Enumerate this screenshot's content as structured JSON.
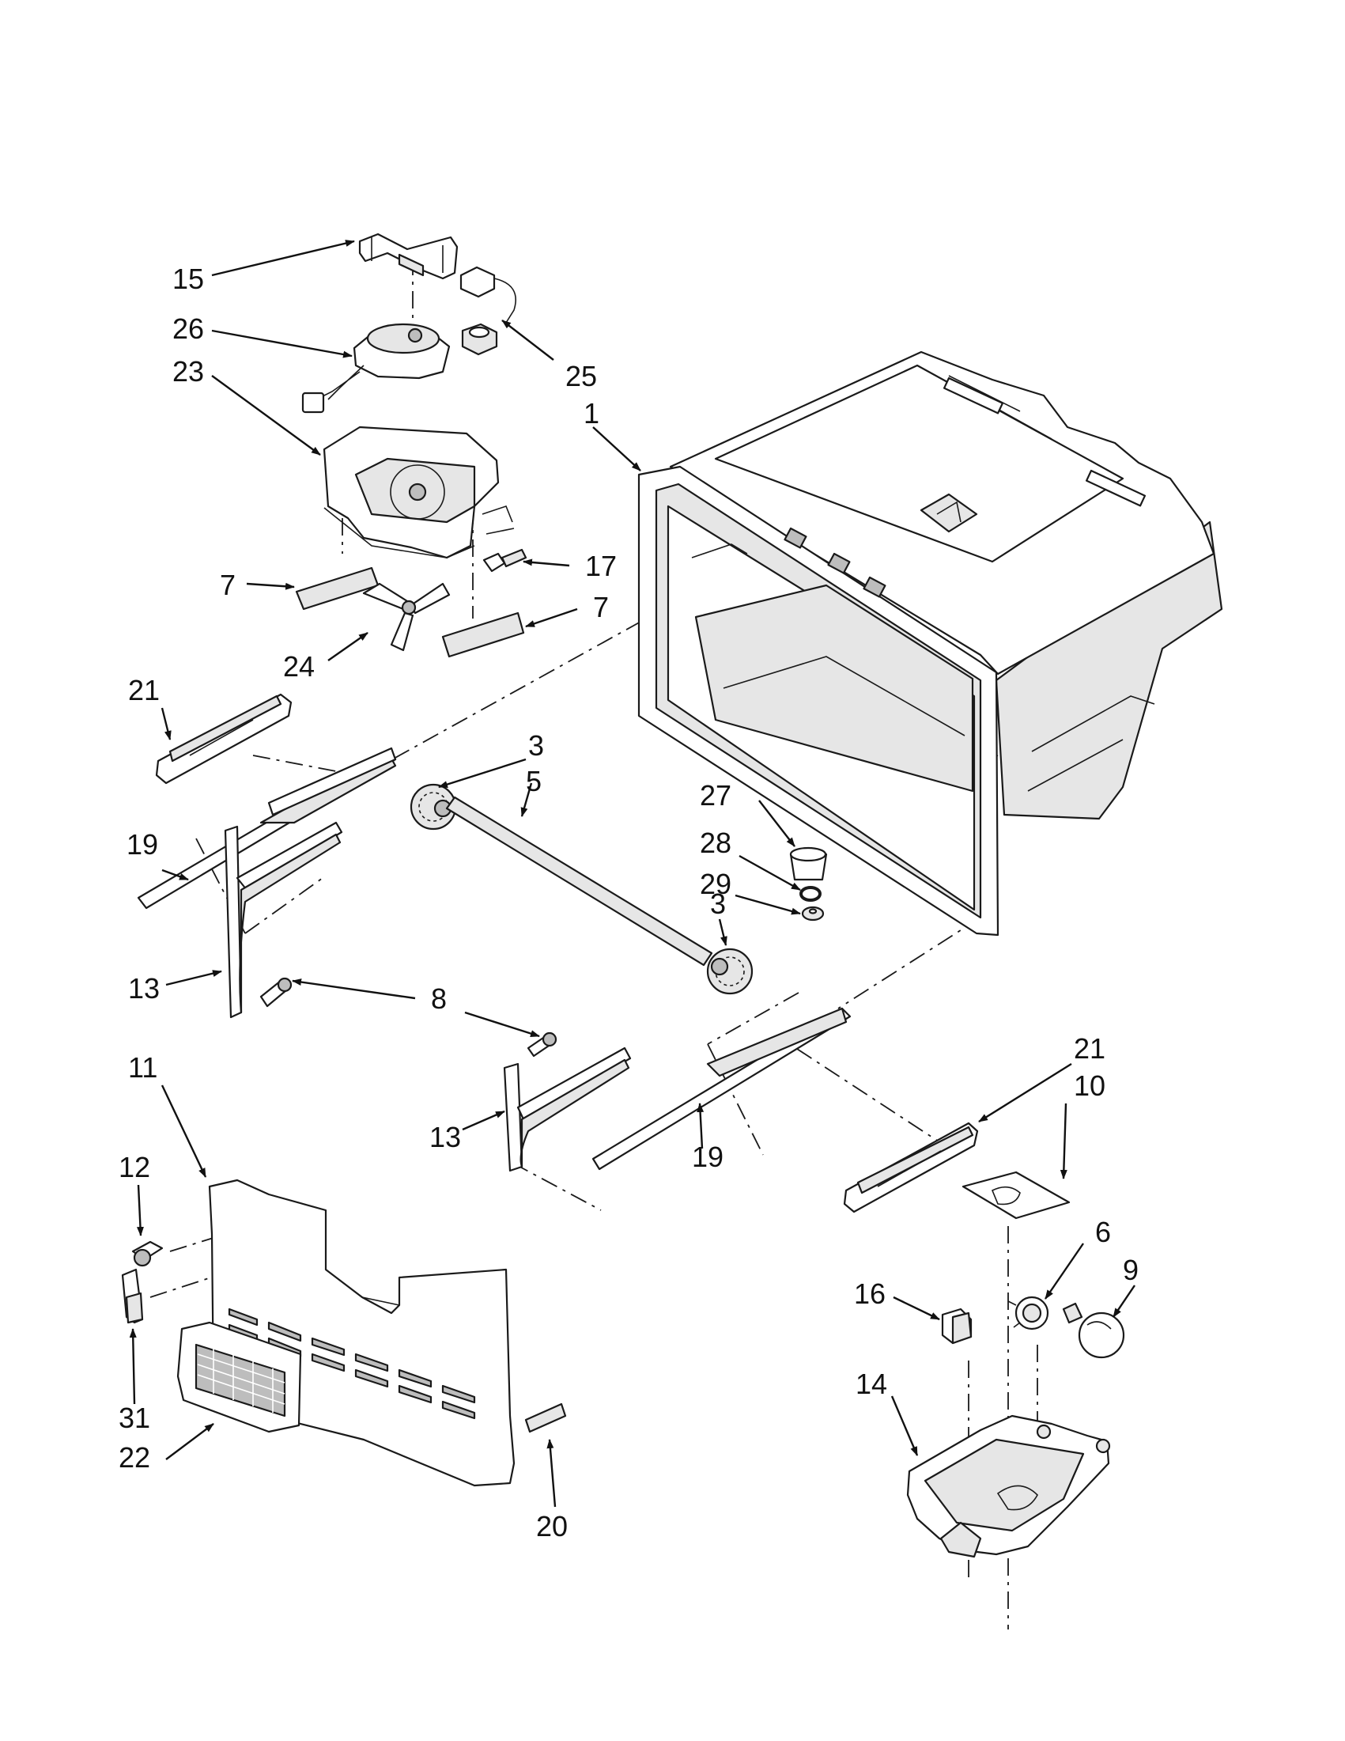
{
  "callouts": [
    {
      "id": "c15",
      "text": "15"
    },
    {
      "id": "c26",
      "text": "26"
    },
    {
      "id": "c23",
      "text": "23"
    },
    {
      "id": "c25",
      "text": "25"
    },
    {
      "id": "c1",
      "text": "1"
    },
    {
      "id": "c7a",
      "text": "7"
    },
    {
      "id": "c17",
      "text": "17"
    },
    {
      "id": "c7b",
      "text": "7"
    },
    {
      "id": "c24",
      "text": "24"
    },
    {
      "id": "c21a",
      "text": "21"
    },
    {
      "id": "c3a",
      "text": "3"
    },
    {
      "id": "c5",
      "text": "5"
    },
    {
      "id": "c27",
      "text": "27"
    },
    {
      "id": "c28",
      "text": "28"
    },
    {
      "id": "c29",
      "text": "29"
    },
    {
      "id": "c19a",
      "text": "19"
    },
    {
      "id": "c3b",
      "text": "3"
    },
    {
      "id": "c13a",
      "text": "13"
    },
    {
      "id": "c8",
      "text": "8"
    },
    {
      "id": "c21b",
      "text": "21"
    },
    {
      "id": "c10",
      "text": "10"
    },
    {
      "id": "c11",
      "text": "11"
    },
    {
      "id": "c13b",
      "text": "13"
    },
    {
      "id": "c19b",
      "text": "19"
    },
    {
      "id": "c12",
      "text": "12"
    },
    {
      "id": "c6",
      "text": "6"
    },
    {
      "id": "c9",
      "text": "9"
    },
    {
      "id": "c16",
      "text": "16"
    },
    {
      "id": "c14",
      "text": "14"
    },
    {
      "id": "c31",
      "text": "31"
    },
    {
      "id": "c22",
      "text": "22"
    },
    {
      "id": "c20",
      "text": "20"
    }
  ]
}
